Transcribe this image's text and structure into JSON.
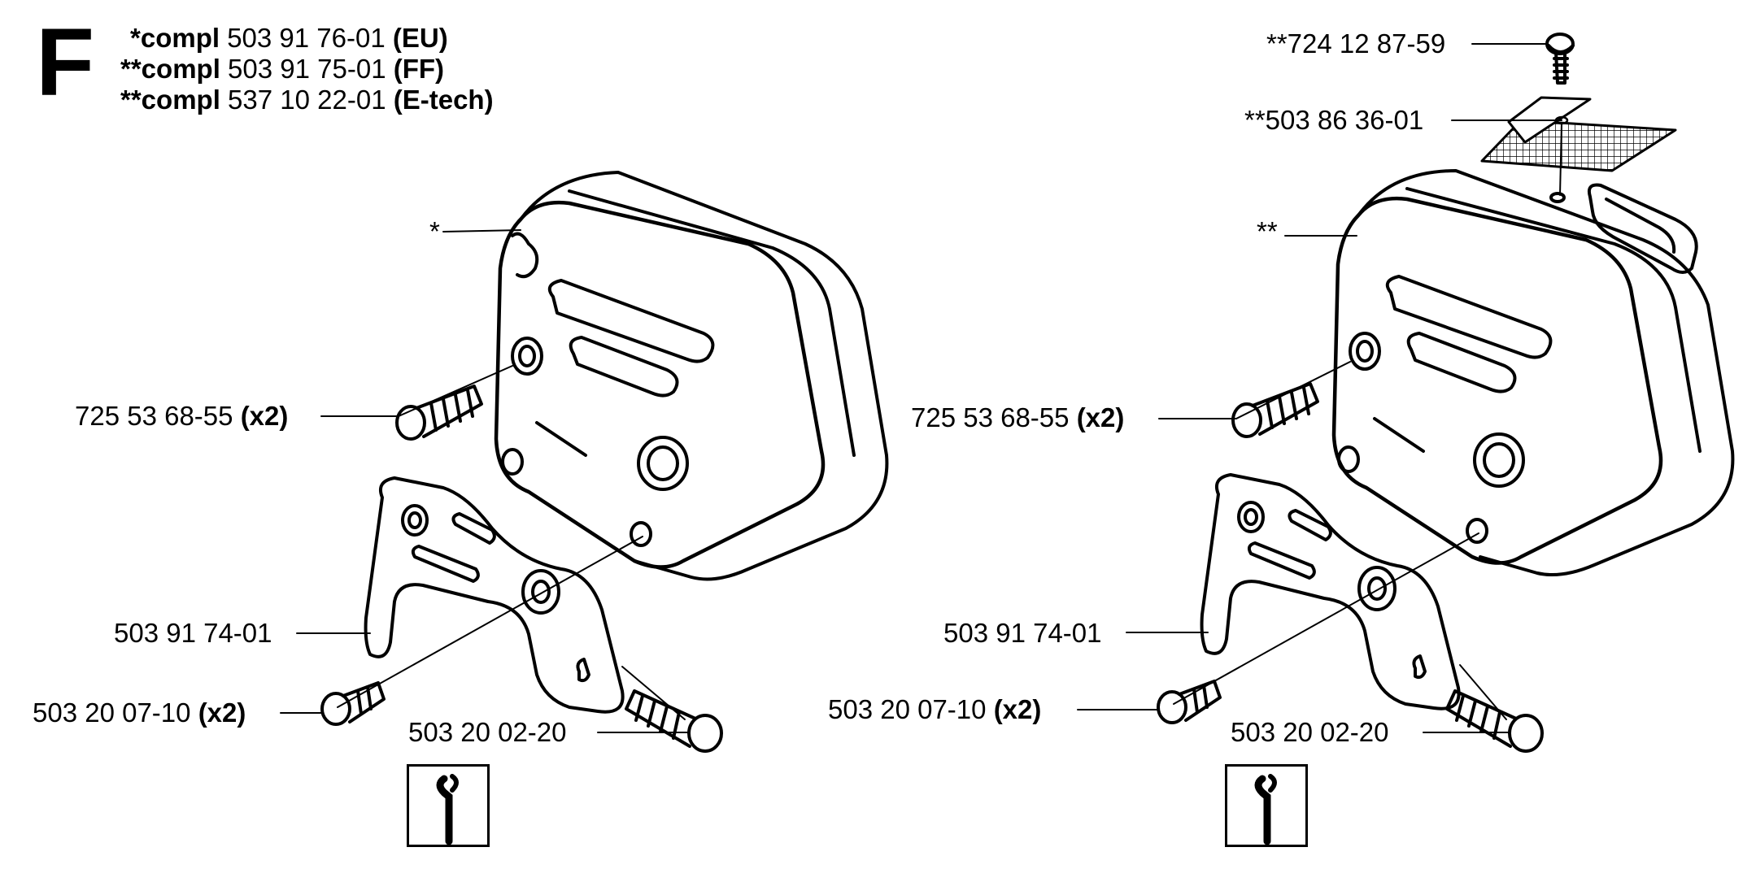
{
  "section_letter": "F",
  "compl_lines": [
    {
      "prefix": "*compl",
      "number": "503 91 76-01",
      "variant": "(EU)"
    },
    {
      "prefix": "**compl",
      "number": "503 91 75-01",
      "variant": "(FF)"
    },
    {
      "prefix": "**compl",
      "number": "537 10 22-01",
      "variant": "(E-tech)"
    }
  ],
  "left": {
    "star_marker": "*",
    "screw_label": "725 53 68-55",
    "screw_qty": "(x2)",
    "bracket_label": "503 91 74-01",
    "bolt_a_label": "503 20 07-10",
    "bolt_a_qty": "(x2)",
    "bolt_b_label": "503 20 02-20"
  },
  "right": {
    "top_screw_label": "**724 12 87-59",
    "screen_label": "**503 86 36-01",
    "star_marker": "**",
    "screw_label": "725 53 68-55",
    "screw_qty": "(x2)",
    "bracket_label": "503 91 74-01",
    "bolt_a_label": "503 20 07-10",
    "bolt_a_qty": "(x2)",
    "bolt_b_label": "503 20 02-20"
  },
  "icons": [
    "wrench-tool-icon",
    "wrench-tool-icon"
  ]
}
